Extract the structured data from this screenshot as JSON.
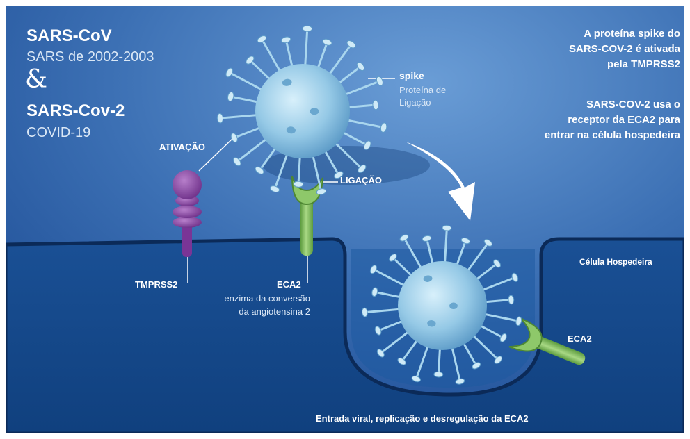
{
  "title_block": {
    "sars_cov": "SARS-CoV",
    "sars_years": "SARS de 2002-2003",
    "ampersand": "&",
    "sars_cov2": "SARS-Cov-2",
    "covid": "COVID-19"
  },
  "right_notes": {
    "note1_line1": "A proteína spike do",
    "note1_line2": "SARS-COV-2 é ativada",
    "note1_line3": "pela TMPRSS2",
    "note2_line1": "SARS-COV-2 usa o",
    "note2_line2": "receptor da ECA2 para",
    "note2_line3": "entrar na célula hospedeira"
  },
  "labels": {
    "spike": "spike",
    "spike_sub1": "Proteína de",
    "spike_sub2": "Ligação",
    "ativacao": "ATIVAÇÃO",
    "ligacao": "LIGAÇÃO",
    "tmprss2": "TMPRSS2",
    "eca2": "ECA2",
    "eca2_sub1": "enzima da conversão",
    "eca2_sub2": "da angiotensina 2",
    "eca2_cell": "ECA2",
    "host_cell": "Célula Hospedeira",
    "bottom_caption": "Entrada viral, replicação e desregulação da ECA2"
  },
  "colors": {
    "sky_top": "#5f93cf",
    "sky_bottom": "#1f4f97",
    "cell": "#15488a",
    "cell_edge": "#0d2d5e",
    "virus": "#9fd2ec",
    "tmprss2": "#8d46a6",
    "eca2": "#7dbb5c"
  }
}
